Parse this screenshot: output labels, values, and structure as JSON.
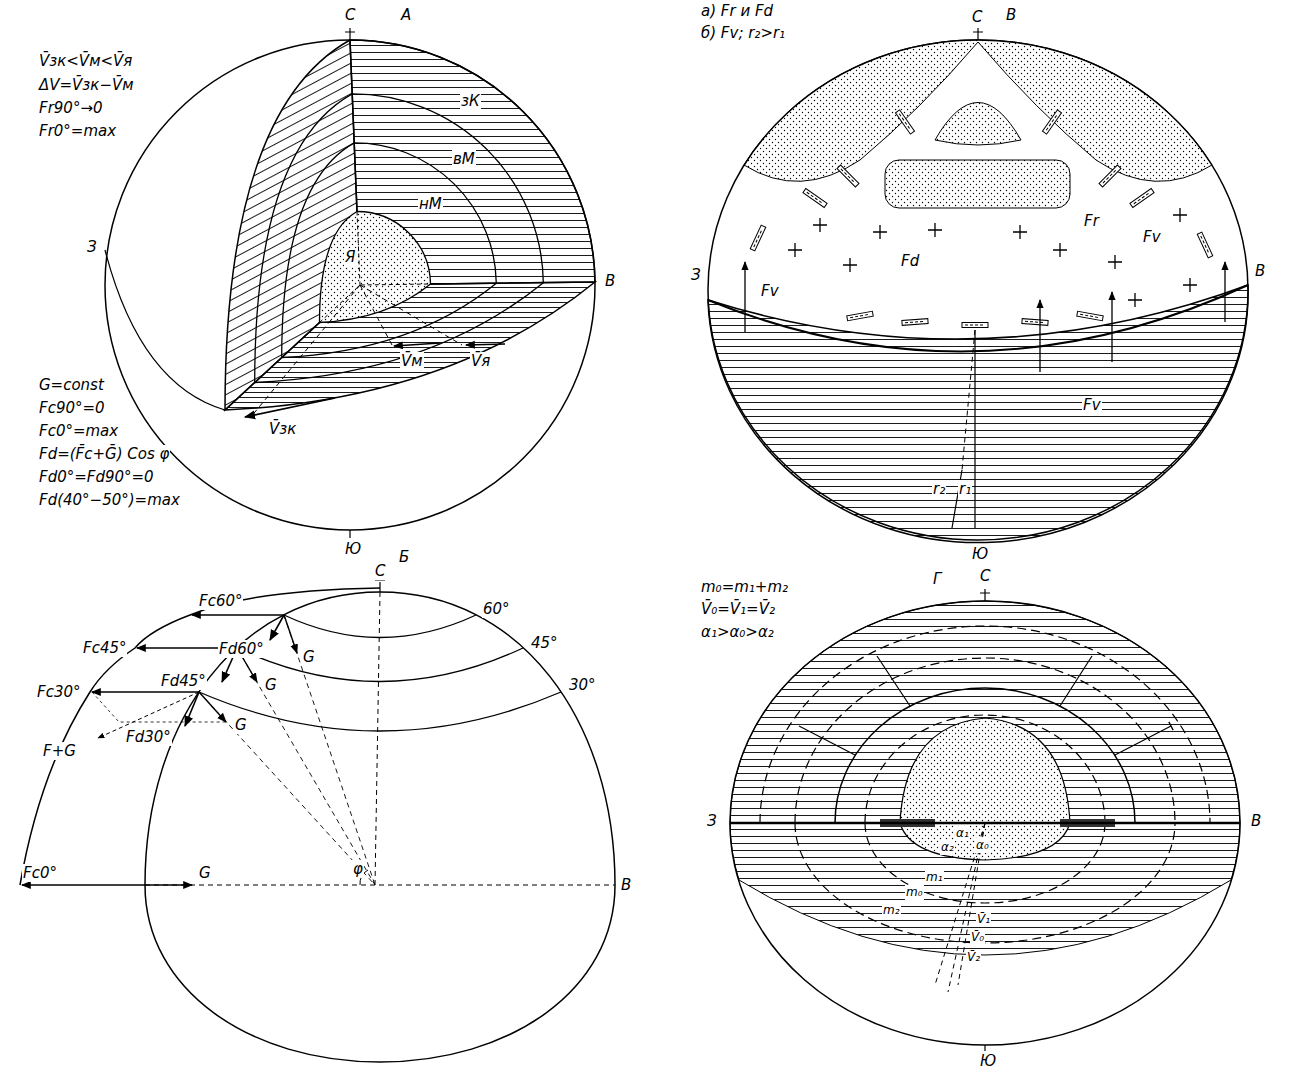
{
  "diagram": {
    "labels": [
      "С",
      "А",
      "V̄зк<V̄м<V̄я",
      "ΔV=V̄зк−V̄м",
      "Fr90°→0",
      "Fr0°=max",
      "зК",
      "вМ",
      "нМ",
      "Я",
      "З",
      "В",
      "V̄м",
      "V̄я",
      "V̄зк",
      "Ю",
      "G=const",
      "Fc90°=0",
      "Fc0°=max",
      "Fd=(F̄c+Ḡ) Cos φ",
      "Fd0°=Fd90°=0",
      "Fd(40°−50°)=max",
      "Б",
      "С",
      "60°",
      "45°",
      "30°",
      "Fc60°",
      "Fc45°",
      "Fd60°",
      "Fd45°",
      "Fc30°",
      "Fd30°",
      "F+G",
      "G",
      "G",
      "G",
      "G",
      "Fc0°",
      "φ",
      "В",
      "а) Fr и Fd",
      "б) Fv; r₂>r₁",
      "С",
      "В",
      "Fr",
      "Fv",
      "Fv",
      "Fd",
      "Fv",
      "З",
      "В",
      "r₂",
      "r₁",
      "Ю",
      "m₀=m₁+m₂",
      "V̄₀=V̄₁=V̄₂",
      "α₁>α₀>α₂",
      "С",
      "Г",
      "З",
      "В",
      "α₁",
      "α₂",
      "α₀",
      "m₁",
      "m₀",
      "m₂",
      "V̄₁",
      "V̄₀",
      "V̄₂",
      "Ю"
    ]
  }
}
